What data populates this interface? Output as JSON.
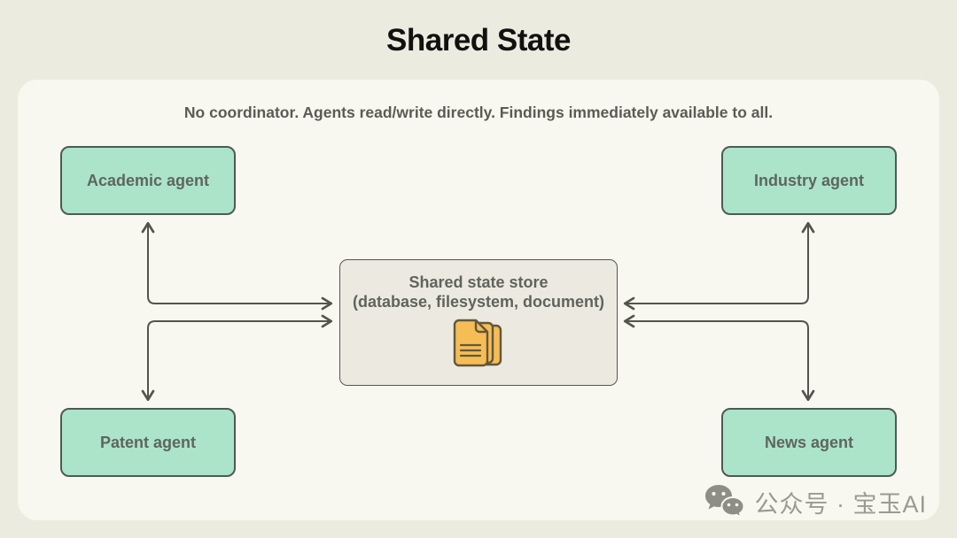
{
  "title": "Shared State",
  "subtitle": "No coordinator. Agents read/write directly. Findings immediately available to all.",
  "agents": [
    {
      "id": "academic",
      "label": "Academic agent",
      "position": "top-left"
    },
    {
      "id": "industry",
      "label": "Industry agent",
      "position": "top-right"
    },
    {
      "id": "patent",
      "label": "Patent agent",
      "position": "bottom-left"
    },
    {
      "id": "news",
      "label": "News agent",
      "position": "bottom-right"
    }
  ],
  "store": {
    "title": "Shared state store",
    "subtitle": "(database, filesystem, document)",
    "icon": "document-stack-icon"
  },
  "connections": [
    {
      "from": "academic",
      "to": "store",
      "bidirectional": true
    },
    {
      "from": "patent",
      "to": "store",
      "bidirectional": true
    },
    {
      "from": "industry",
      "to": "store",
      "bidirectional": true
    },
    {
      "from": "news",
      "to": "store",
      "bidirectional": true
    }
  ],
  "watermark": {
    "icon": "wechat-icon",
    "text": "公众号 · 宝玉AI"
  },
  "colors": {
    "background": "#ECEBE0",
    "panel": "#F9F8F0",
    "agent_fill": "#ACE4C9",
    "agent_border": "#4D5B52",
    "store_fill": "#ECEAE0",
    "store_border": "#57564E",
    "arrow": "#55544C",
    "title_text": "#111110",
    "subtitle_text": "#5B5B54",
    "box_text": "#5E665E",
    "doc_icon_fill": "#F6BC55",
    "doc_icon_stroke": "#60583F",
    "watermark_text": "#9A9A92"
  }
}
